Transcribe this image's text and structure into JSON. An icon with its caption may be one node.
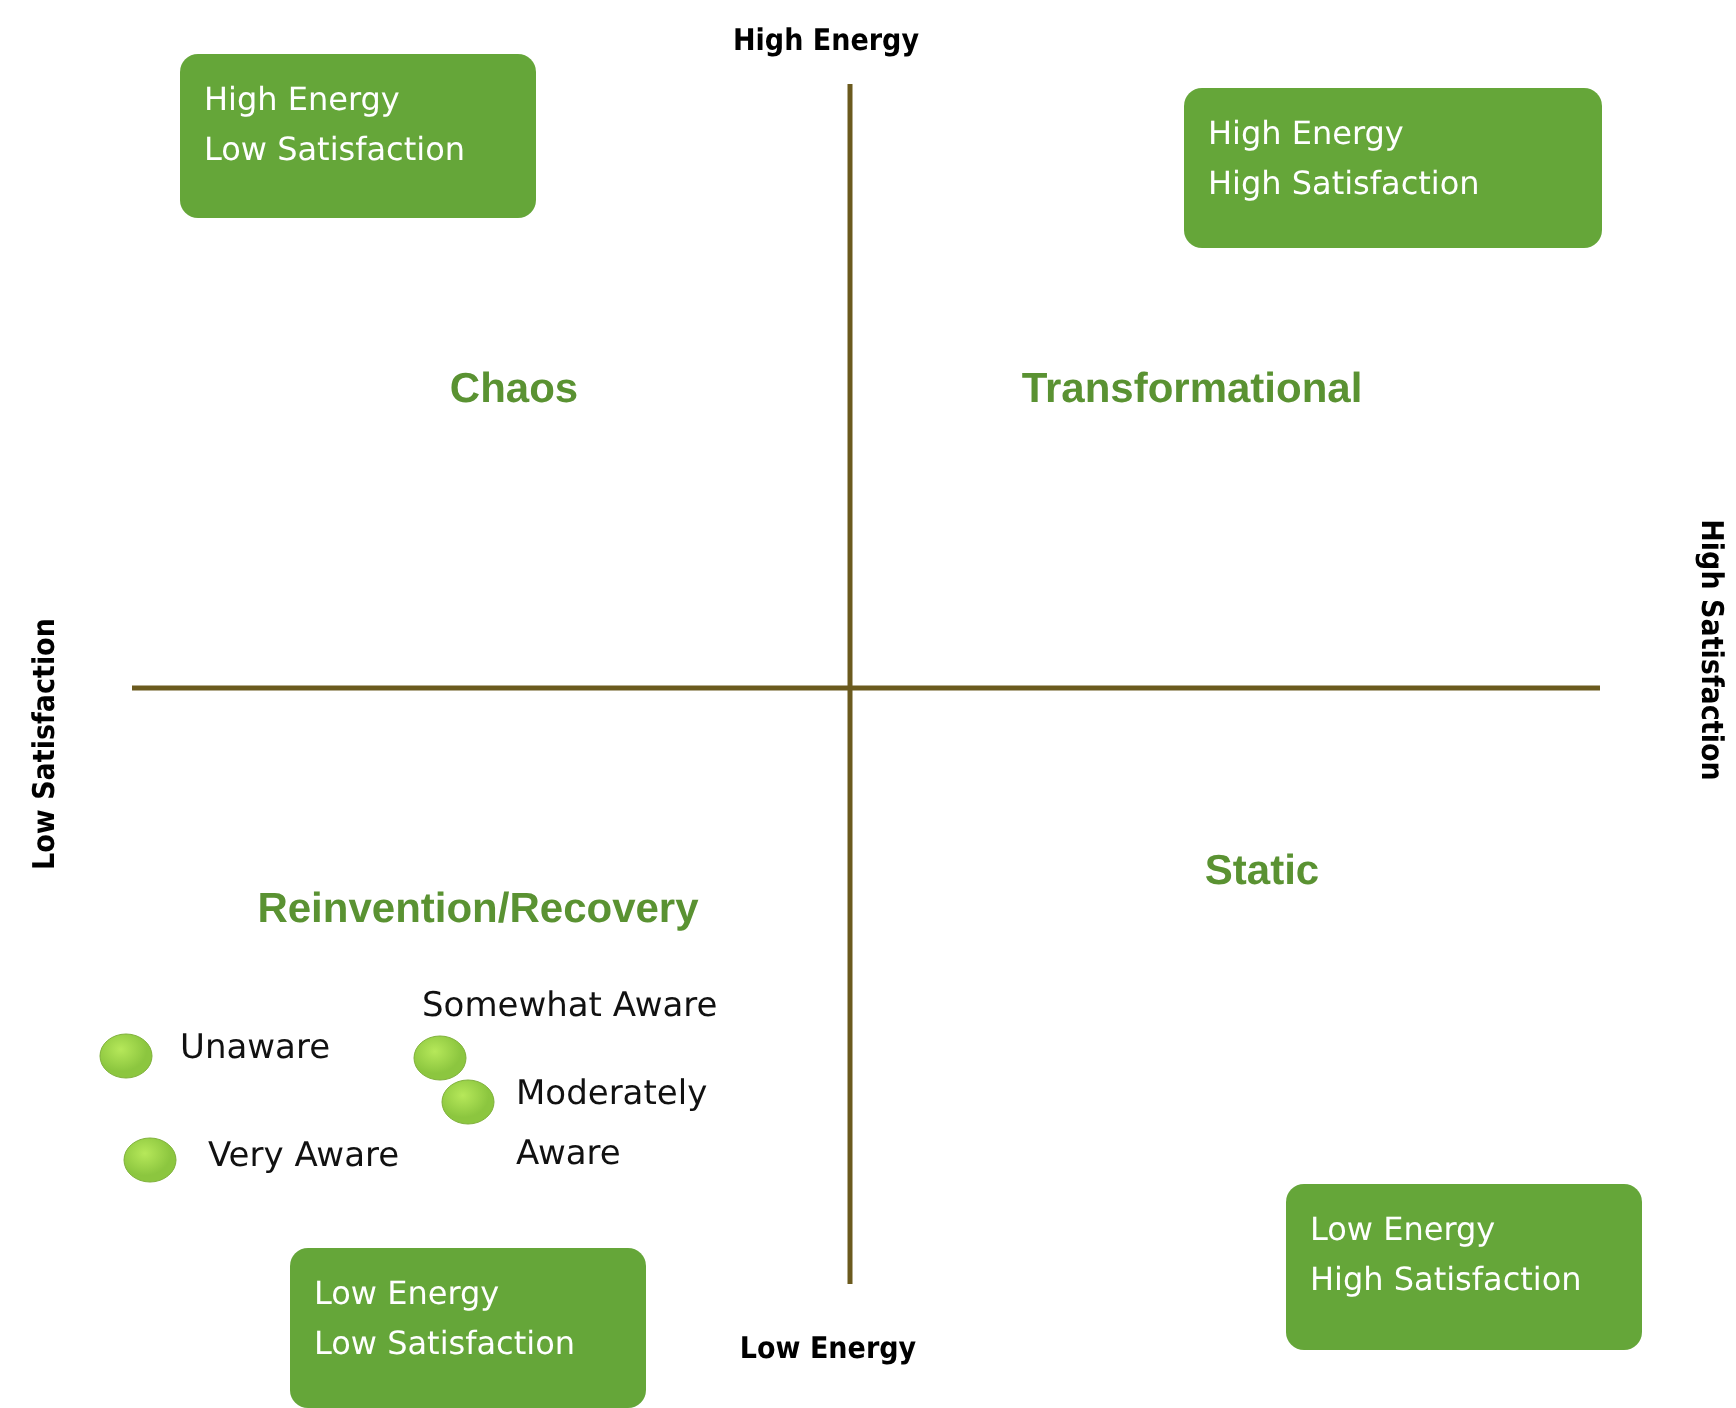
{
  "diagram": {
    "nodes": [
      {
        "text": [
          "High Energy Low Satisfaction"
        ]
      },
      {
        "text": [
          "High Energy High Satisfaction"
        ]
      },
      {
        "text": [
          "Low Energy Low Satisfaction"
        ]
      },
      {
        "text": [
          "Low Energy High Satisfaction"
        ]
      },
      {
        "text": [],
        "shape": "circle",
        "beside": [
          "Unaware"
        ]
      },
      {
        "text": [],
        "shape": "circle",
        "beside": [
          "Somewhat Aware"
        ]
      },
      {
        "text": [],
        "shape": "circle",
        "beside": [
          "Moderately Aware"
        ]
      },
      {
        "text": [],
        "shape": "circle",
        "beside": [
          "Very Aware"
        ]
      }
    ],
    "labels": [
      "High Energy",
      "Chaos",
      "Transformational",
      "High Satisfaction",
      "Low Satisfaction",
      "Static",
      "Reinvention/Recovery",
      "Low Energy"
    ]
  }
}
